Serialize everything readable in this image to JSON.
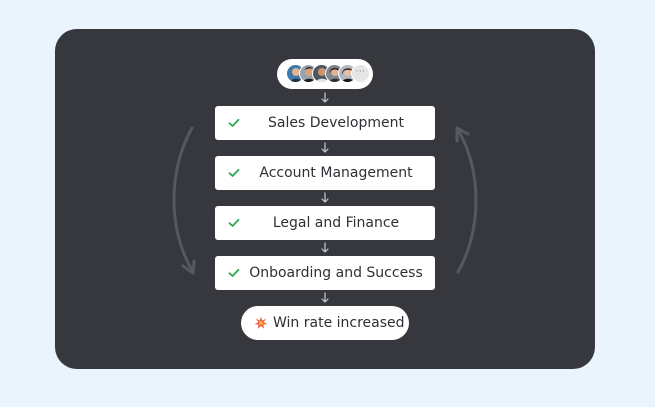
{
  "steps": [
    {
      "label": "Sales Development",
      "status": "done"
    },
    {
      "label": "Account Management",
      "status": "done"
    },
    {
      "label": "Legal and Finance",
      "status": "done"
    },
    {
      "label": "Onboarding and Success",
      "status": "done"
    }
  ],
  "result": {
    "label": "Win rate increased",
    "icon": "burst-icon"
  },
  "team": {
    "avatar_count": 5,
    "more_indicator": "···"
  },
  "colors": {
    "page_background": "#eaf4fd",
    "card_background": "#36383e",
    "check": "#2fa84f",
    "connector": "#c9cbd0",
    "cycle_arrow": "#55585f",
    "burst": "#ef5a3c"
  }
}
